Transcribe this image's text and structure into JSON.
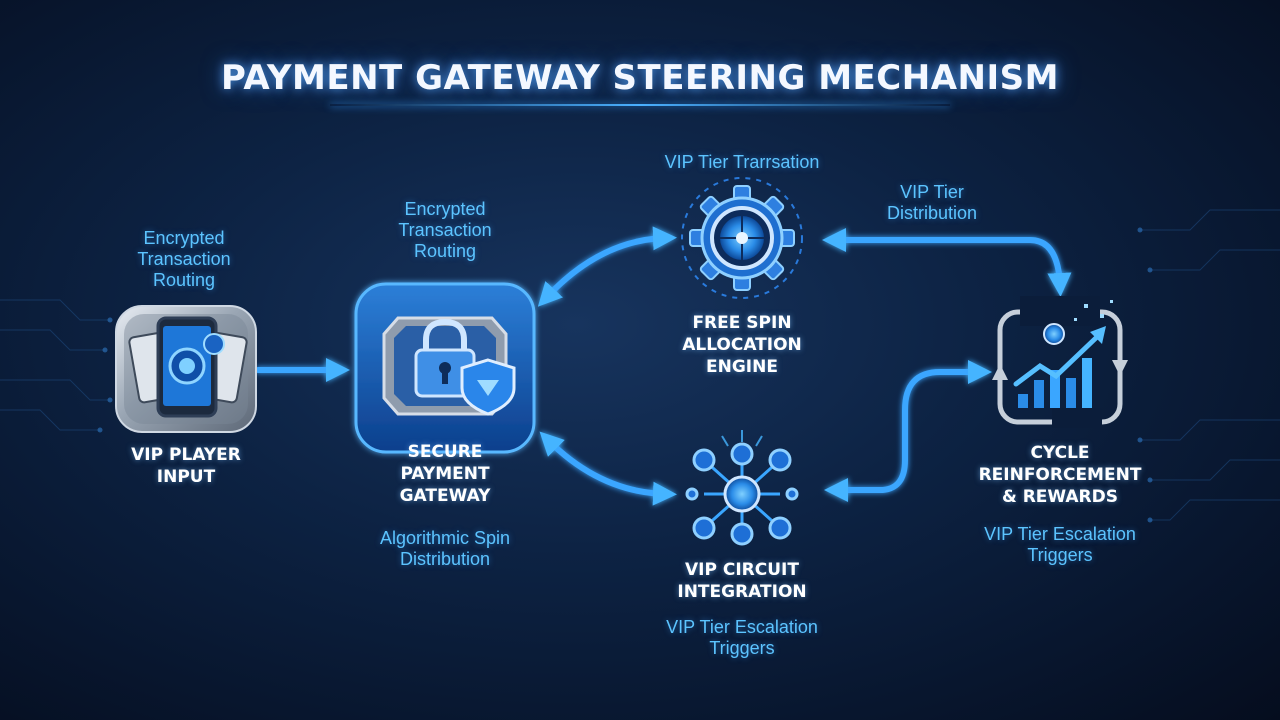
{
  "title": "PAYMENT GATEWAY STEERING MECHANISM",
  "nodes": {
    "vip_player": {
      "label_line1": "VIP PLAYER",
      "label_line2": "INPUT",
      "caption_line1": "Encrypted",
      "caption_line2": "Transaction",
      "caption_line3": "Routing",
      "icon": "smartphone-cards-icon"
    },
    "gateway": {
      "label_line1": "SECURE",
      "label_line2": "PAYMENT",
      "label_line3": "GATEWAY",
      "top_caption_line1": "Encrypted",
      "top_caption_line2": "Transaction",
      "top_caption_line3": "Routing",
      "bottom_caption_line1": "Algorithmic Spin",
      "bottom_caption_line2": "Distribution",
      "icon": "padlock-shield-icon"
    },
    "free_spin": {
      "label_line1": "FREE SPIN",
      "label_line2": "ALLOCATION",
      "label_line3": "ENGINE",
      "caption": "VIP Tier Trarrsation",
      "icon": "gear-wheel-icon"
    },
    "vip_circuit": {
      "label_line1": "VIP CIRCUIT",
      "label_line2": "INTEGRATION",
      "caption_line1": "VIP Tier Escalation",
      "caption_line2": "Triggers",
      "icon": "network-nodes-icon"
    },
    "cycle": {
      "label_line1": "CYCLE",
      "label_line2": "REINFORCEMENT",
      "label_line3": "& REWARDS",
      "caption_line1": "VIP Tier Escalation",
      "caption_line2": "Triggers",
      "icon": "growth-chart-cycle-icon"
    }
  },
  "edge_labels": {
    "free_spin_to_cycle_line1": "VIP Tier",
    "free_spin_to_cycle_line2": "Distribution"
  },
  "colors": {
    "accent": "#3aa0ff",
    "caption": "#5cc4ff",
    "background": "#0b1d3a"
  }
}
